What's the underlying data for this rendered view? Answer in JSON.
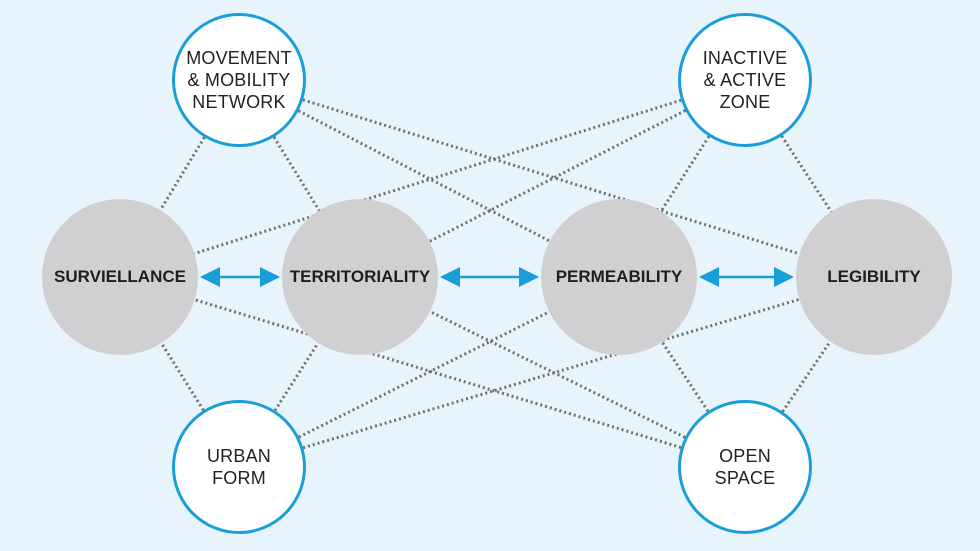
{
  "colors": {
    "background": "#e8f4fb",
    "outer_fill": "#ffffff",
    "outer_border": "#1a9ed9",
    "core_fill": "#d0d0d2",
    "arrow": "#1a9ed9",
    "dotted_line": "#6f6f6f"
  },
  "core_nodes": [
    {
      "id": "surviellance",
      "label": "SURVIELLANCE"
    },
    {
      "id": "territoriality",
      "label": "TERRITORIALITY"
    },
    {
      "id": "permeability",
      "label": "PERMEABILITY"
    },
    {
      "id": "legibility",
      "label": "LEGIBILITY"
    }
  ],
  "outer_nodes": [
    {
      "id": "movement",
      "lines": [
        "MOVEMENT",
        "& MOBILITY",
        "NETWORK"
      ]
    },
    {
      "id": "inactive",
      "lines": [
        "INACTIVE",
        "& ACTIVE",
        "ZONE"
      ]
    },
    {
      "id": "urban",
      "lines": [
        "URBAN",
        "FORM"
      ]
    },
    {
      "id": "open",
      "lines": [
        "OPEN",
        "SPACE"
      ]
    }
  ],
  "arrows": [
    [
      "surviellance",
      "territoriality"
    ],
    [
      "territoriality",
      "permeability"
    ],
    [
      "permeability",
      "legibility"
    ]
  ],
  "connections": [
    [
      "movement",
      "surviellance"
    ],
    [
      "movement",
      "territoriality"
    ],
    [
      "movement",
      "permeability"
    ],
    [
      "movement",
      "legibility"
    ],
    [
      "inactive",
      "surviellance"
    ],
    [
      "inactive",
      "territoriality"
    ],
    [
      "inactive",
      "permeability"
    ],
    [
      "inactive",
      "legibility"
    ],
    [
      "urban",
      "surviellance"
    ],
    [
      "urban",
      "territoriality"
    ],
    [
      "urban",
      "permeability"
    ],
    [
      "urban",
      "legibility"
    ],
    [
      "open",
      "surviellance"
    ],
    [
      "open",
      "territoriality"
    ],
    [
      "open",
      "permeability"
    ],
    [
      "open",
      "legibility"
    ]
  ]
}
